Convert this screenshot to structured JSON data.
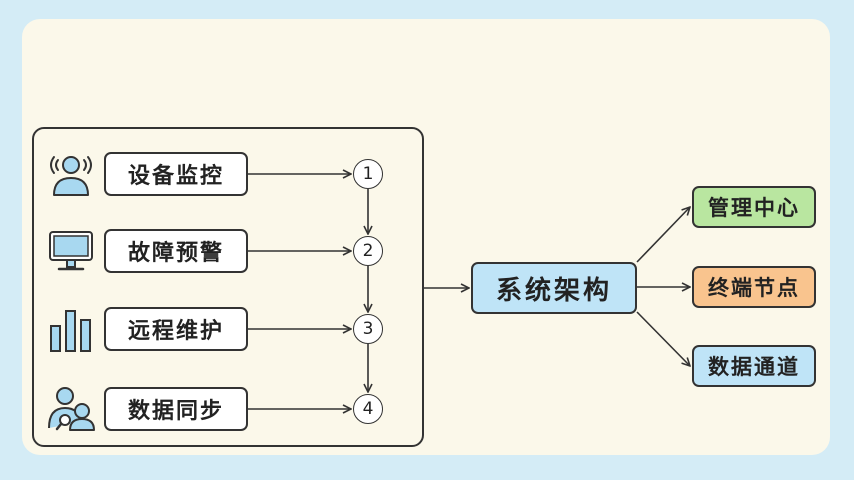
{
  "left_items": [
    {
      "label": "设备监控",
      "number": "1",
      "icon": "user-signal-icon"
    },
    {
      "label": "故障预警",
      "number": "2",
      "icon": "monitor-icon"
    },
    {
      "label": "远程维护",
      "number": "3",
      "icon": "bar-chart-icon"
    },
    {
      "label": "数据同步",
      "number": "4",
      "icon": "users-icon"
    }
  ],
  "center": {
    "label": "系统架构",
    "color": "#bfe4f7"
  },
  "outputs": [
    {
      "label": "管理中心",
      "color": "#b9e6a0"
    },
    {
      "label": "终端节点",
      "color": "#f9c48e"
    },
    {
      "label": "数据通道",
      "color": "#bfe4f7"
    }
  ],
  "colors": {
    "page_background": "#d4ecf6",
    "canvas_background": "#fbf8ea",
    "icon_fill": "#a8d8f0",
    "stroke": "#333333"
  }
}
